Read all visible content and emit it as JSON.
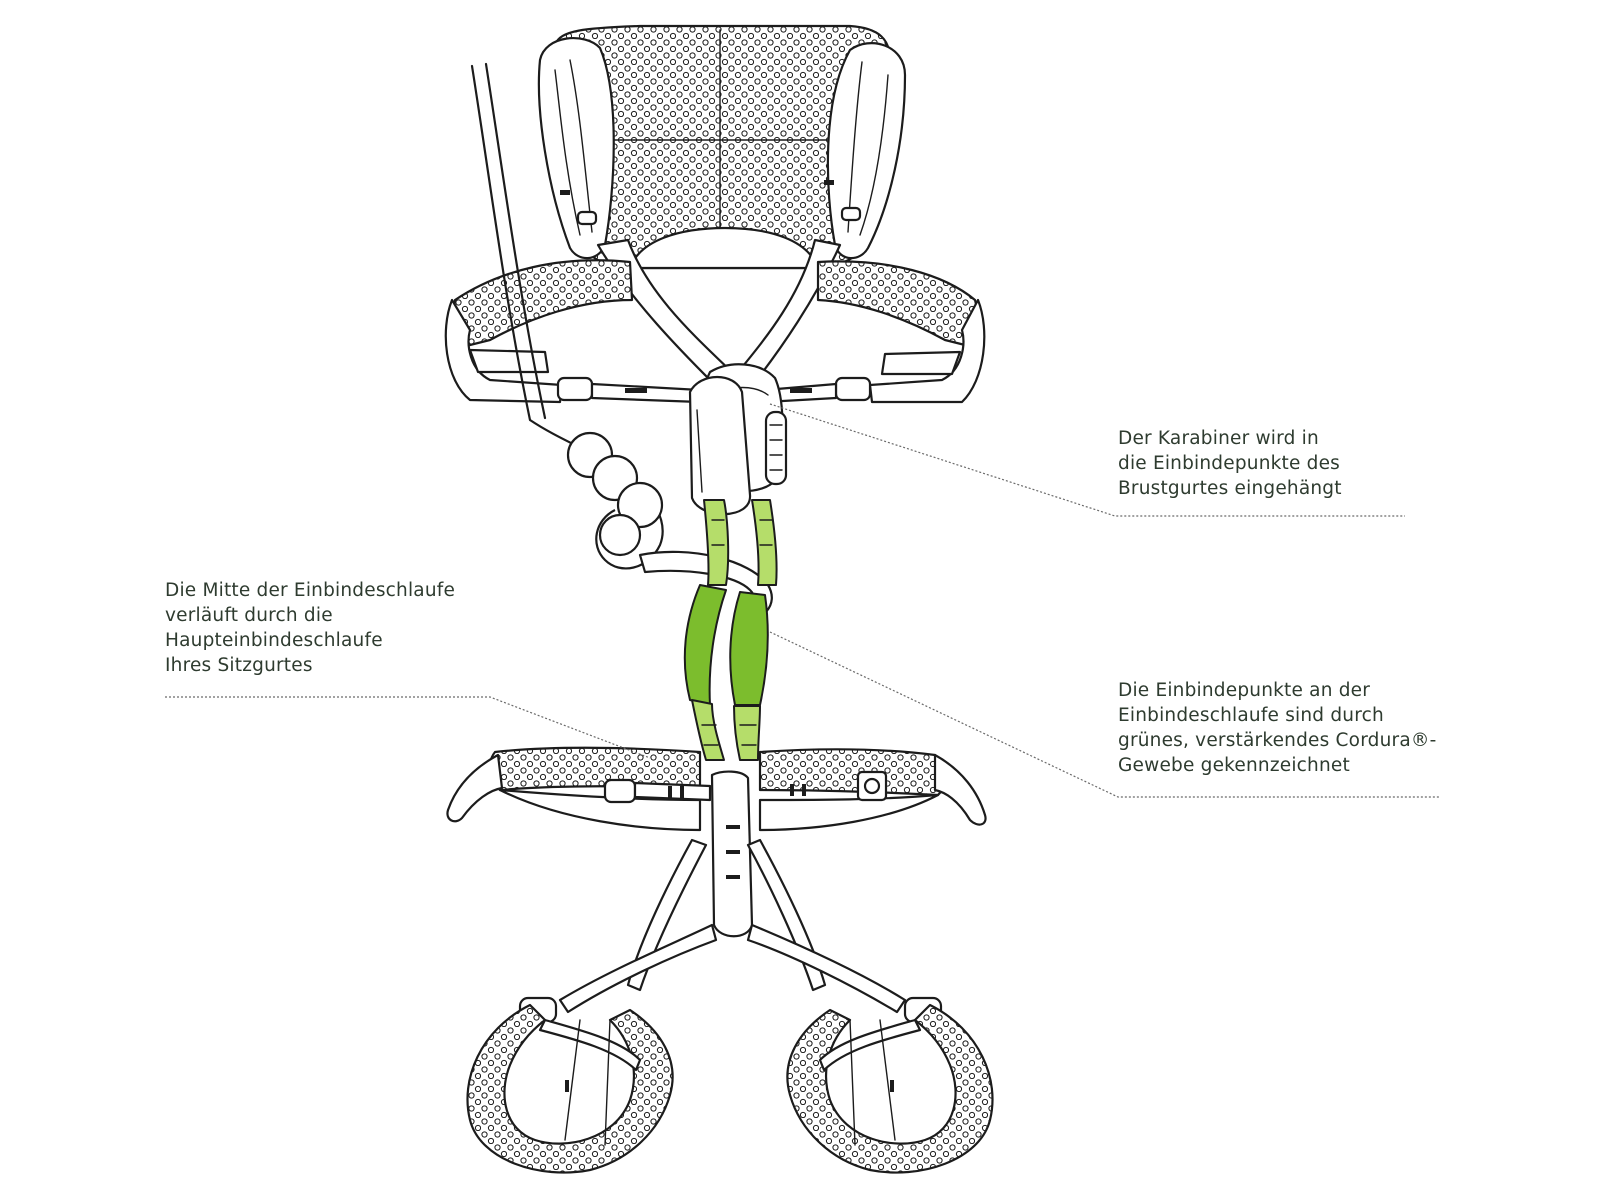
{
  "callouts": {
    "carabiner": {
      "lines": [
        "Der Karabiner wird in",
        "die Einbindepunkte des",
        "Brustgurtes eingehängt"
      ]
    },
    "tie_in_middle": {
      "lines": [
        "Die Mitte der Einbindeschlaufe",
        "verläuft durch die",
        "Haupteinbindeschlaufe",
        "Ihres Sitzgurtes"
      ]
    },
    "tie_in_points": {
      "lines": [
        "Die Einbindepunkte an der",
        "Einbindeschlaufe sind durch",
        "grünes, verstärkendes Cordura®-",
        "Gewebe gekennzeichnet"
      ]
    }
  },
  "colors": {
    "text": "#2e3b2f",
    "outline": "#1c1c1c",
    "cordura_green": "#7cbd2d",
    "cordura_light": "#b5dd6a"
  },
  "icons": [
    "chest-harness-illustration",
    "rope-knot-illustration",
    "carabiner-illustration",
    "sit-harness-illustration"
  ]
}
